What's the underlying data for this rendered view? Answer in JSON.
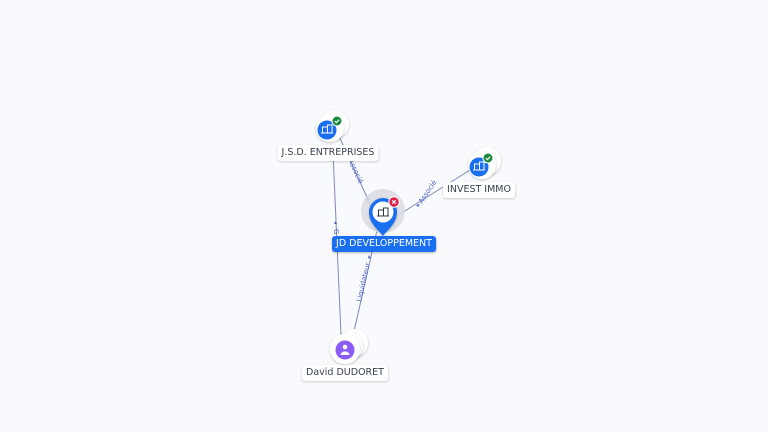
{
  "colors": {
    "background": "#f9fafd",
    "edge": "#7e8ab8",
    "edge_label": "#4a62c4",
    "company_icon": "#1a6ef0",
    "person_icon": "#8b5cf6",
    "status_ok": "#1b8a3c",
    "status_error": "#e11d48",
    "primary_label": "#1a6ef0"
  },
  "nodes": {
    "jd_developpement": {
      "label": "JD DEVELOPPEMENT",
      "type": "company",
      "status": "error",
      "icon": "building-icon"
    },
    "jsd_entreprises": {
      "label": "J.S.D. ENTREPRISES",
      "type": "company",
      "status": "ok",
      "icon": "building-icon"
    },
    "invest_immo": {
      "label": "INVEST IMMO",
      "type": "company",
      "status": "ok",
      "icon": "building-icon"
    },
    "david_dudoret": {
      "label": "David DUDORET",
      "type": "person",
      "icon": "person-icon"
    }
  },
  "edges": {
    "jsd_to_jd": {
      "label": "Associé"
    },
    "invest_to_jd": {
      "label": "Associé"
    },
    "david_to_jd": {
      "label": "Liquidateur"
    },
    "david_to_jsd": {
      "label": "G"
    }
  }
}
